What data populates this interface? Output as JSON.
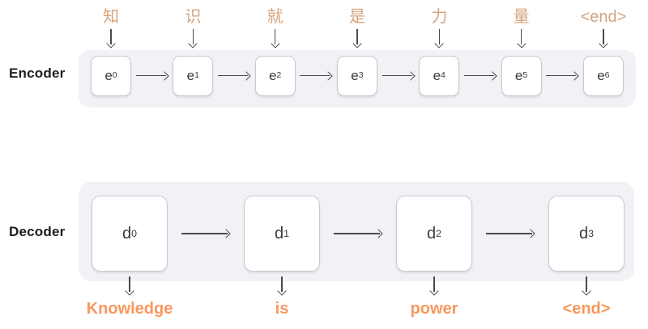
{
  "labels": {
    "encoder": "Encoder",
    "decoder": "Decoder"
  },
  "encoder": {
    "inputs": [
      "知",
      "识",
      "就",
      "是",
      "力",
      "量",
      "<end>"
    ],
    "cells": [
      {
        "base": "e",
        "sub": "0"
      },
      {
        "base": "e",
        "sub": "1"
      },
      {
        "base": "e",
        "sub": "2"
      },
      {
        "base": "e",
        "sub": "3"
      },
      {
        "base": "e",
        "sub": "4"
      },
      {
        "base": "e",
        "sub": "5"
      },
      {
        "base": "e",
        "sub": "6"
      }
    ]
  },
  "decoder": {
    "cells": [
      {
        "base": "d",
        "sub": "0"
      },
      {
        "base": "d",
        "sub": "1"
      },
      {
        "base": "d",
        "sub": "2"
      },
      {
        "base": "d",
        "sub": "3"
      }
    ],
    "outputs": [
      "Knowledge",
      "is",
      "power",
      "<end>"
    ]
  },
  "colors": {
    "input_token": "#d5a37d",
    "output_token": "#f8985e",
    "panel_bg": "#f2f1f6",
    "box_border": "#c9c8cf",
    "arrow": "#4a4a4a",
    "label_text": "#1d1d1f"
  }
}
